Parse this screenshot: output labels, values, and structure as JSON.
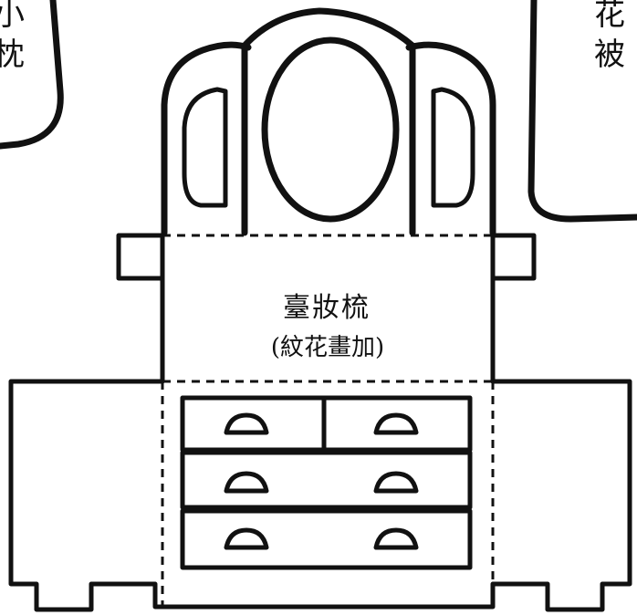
{
  "labels": {
    "main": "臺妝梳",
    "sub": "(紋花畫加)"
  },
  "left_panel": {
    "lines": [
      "小",
      "枕"
    ]
  },
  "right_panel": {
    "lines": [
      "花",
      "被"
    ]
  }
}
